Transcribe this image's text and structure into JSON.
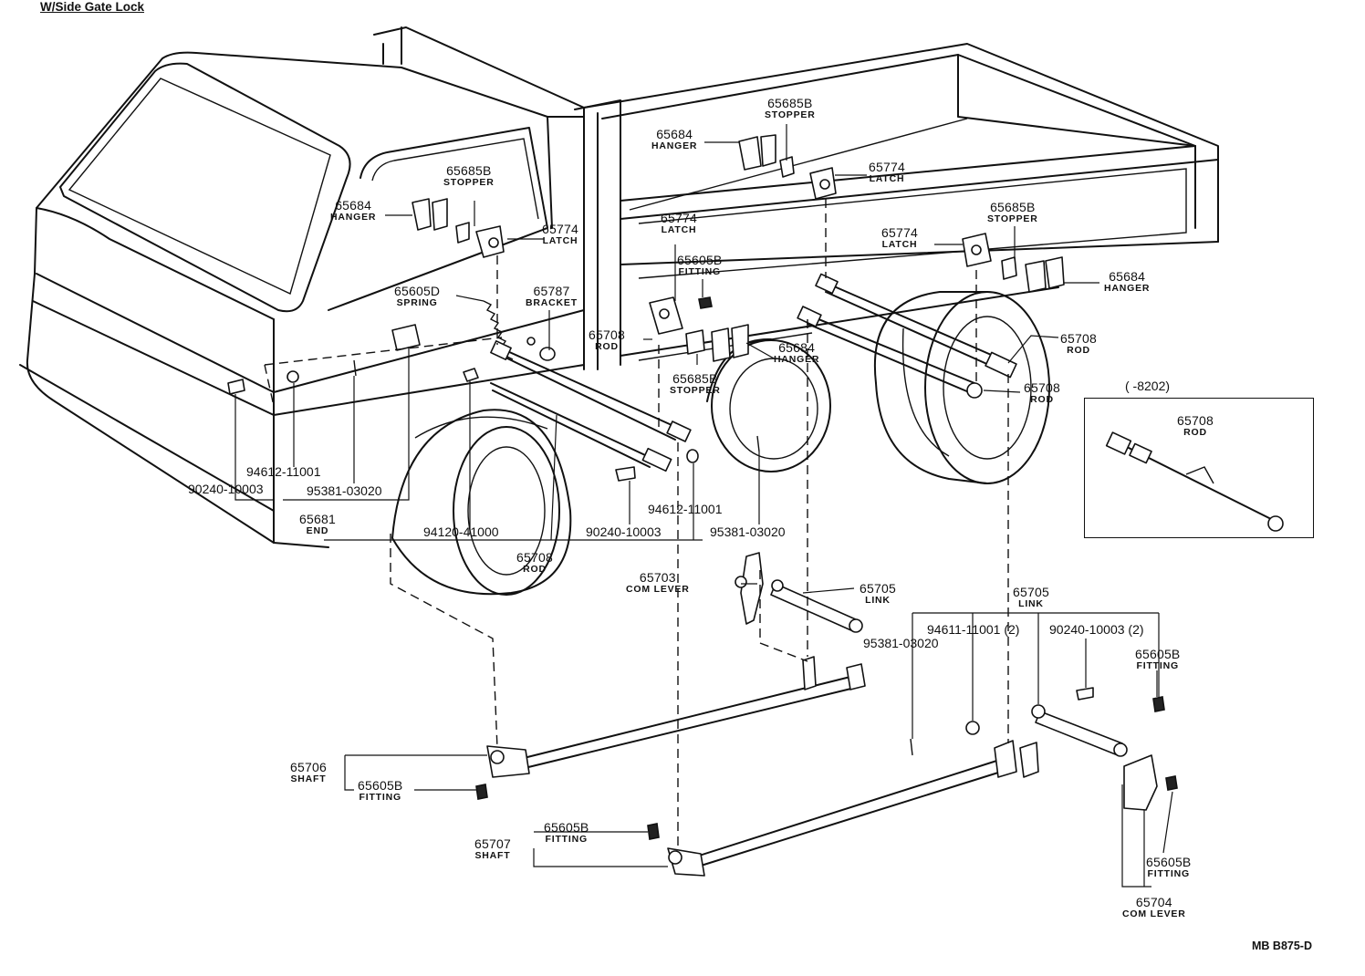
{
  "header": {
    "title": "W/Side Gate Lock"
  },
  "footer": {
    "code": "MB B875-D"
  },
  "inset": {
    "title": "(      -8202)",
    "label": {
      "num": "65708",
      "name": "ROD"
    }
  },
  "labels": [
    {
      "id": "hanger-cab",
      "num": "65684",
      "name": "HANGER"
    },
    {
      "id": "stopper-cab",
      "num": "65685B",
      "name": "STOPPER"
    },
    {
      "id": "latch-cab",
      "num": "65774",
      "name": "LATCH"
    },
    {
      "id": "spring",
      "num": "65605D",
      "name": "SPRING"
    },
    {
      "id": "bracket",
      "num": "65787",
      "name": "BRACKET"
    },
    {
      "id": "latch-mid",
      "num": "65774",
      "name": "LATCH"
    },
    {
      "id": "fitting-mid",
      "num": "65605B",
      "name": "FITTING"
    },
    {
      "id": "rod-mid",
      "num": "65708",
      "name": "ROD"
    },
    {
      "id": "hanger-mid",
      "num": "65684",
      "name": "HANGER"
    },
    {
      "id": "stopper-mid",
      "num": "65685B",
      "name": "STOPPER"
    },
    {
      "id": "hanger-top",
      "num": "65684",
      "name": "HANGER"
    },
    {
      "id": "stopper-top",
      "num": "65685B",
      "name": "STOPPER"
    },
    {
      "id": "latch-top",
      "num": "65774",
      "name": "LATCH"
    },
    {
      "id": "latch-right",
      "num": "65774",
      "name": "LATCH"
    },
    {
      "id": "stopper-right",
      "num": "65685B",
      "name": "STOPPER"
    },
    {
      "id": "hanger-right",
      "num": "65684",
      "name": "HANGER"
    },
    {
      "id": "rod-right-1",
      "num": "65708",
      "name": "ROD"
    },
    {
      "id": "rod-right-2",
      "num": "65708",
      "name": "ROD"
    },
    {
      "id": "end",
      "num": "65681",
      "name": "END"
    },
    {
      "id": "rod-lower",
      "num": "65708",
      "name": "ROD"
    },
    {
      "id": "com-lever-1",
      "num": "65703",
      "name": "COM LEVER"
    },
    {
      "id": "link-1",
      "num": "65705",
      "name": "LINK"
    },
    {
      "id": "link-2",
      "num": "65705",
      "name": "LINK"
    },
    {
      "id": "fitting-right",
      "num": "65605B",
      "name": "FITTING"
    },
    {
      "id": "shaft-1",
      "num": "65706",
      "name": "SHAFT"
    },
    {
      "id": "fitting-shaft1",
      "num": "65605B",
      "name": "FITTING"
    },
    {
      "id": "fitting-shaft2",
      "num": "65605B",
      "name": "FITTING"
    },
    {
      "id": "shaft-2",
      "num": "65707",
      "name": "SHAFT"
    },
    {
      "id": "fitting-lever2",
      "num": "65605B",
      "name": "FITTING"
    },
    {
      "id": "com-lever-2",
      "num": "65704",
      "name": "COM LEVER"
    }
  ],
  "part_numbers": [
    {
      "id": "pn-94612-left",
      "text": "94612-11001"
    },
    {
      "id": "pn-90240-left",
      "text": "90240-10003"
    },
    {
      "id": "pn-95381-left",
      "text": "95381-03020"
    },
    {
      "id": "pn-94120",
      "text": "94120-41000"
    },
    {
      "id": "pn-94612-mid",
      "text": "94612-11001"
    },
    {
      "id": "pn-90240-mid",
      "text": "90240-10003"
    },
    {
      "id": "pn-95381-mid",
      "text": "95381-03020"
    },
    {
      "id": "pn-94611",
      "text": "94611-11001 (2)"
    },
    {
      "id": "pn-90240-right",
      "text": "90240-10003 (2)"
    },
    {
      "id": "pn-95381-right",
      "text": "95381-03020"
    }
  ]
}
